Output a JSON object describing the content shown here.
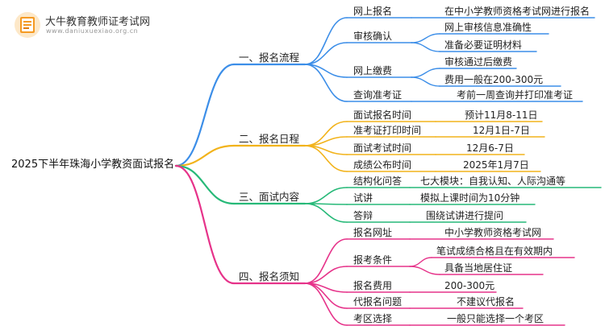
{
  "brand": {
    "name": "大牛教育教师证考试网",
    "url": "www.daniuxuexiao.org.cn",
    "logo_icon": "book-icon",
    "colors": {
      "logo_orange": "#f59a23",
      "logo_dark": "#e07b0c"
    }
  },
  "root": "2025下半年珠海小学教资面试报名",
  "sections": [
    {
      "title": "一、报名流程",
      "color": "#3c8ee8",
      "items": [
        {
          "label": "网上报名",
          "leaves": [
            "在中小学教师资格考试网进行报名"
          ]
        },
        {
          "label": "审核确认",
          "leaves": [
            "网上审核信息准确性",
            "准备必要证明材料"
          ]
        },
        {
          "label": "网上缴费",
          "leaves": [
            "审核通过后缴费",
            "费用一般在200-300元"
          ]
        },
        {
          "label": "查询准考证",
          "leaves": [
            "考前一周查询并打印准考证"
          ]
        }
      ]
    },
    {
      "title": "二、报名日程",
      "color": "#f2b31b",
      "items": [
        {
          "label": "面试报名时间",
          "leaves": [
            "预计11月8-11日"
          ]
        },
        {
          "label": "准考证打印时间",
          "leaves": [
            "12月1日-7日"
          ]
        },
        {
          "label": "面试考试时间",
          "leaves": [
            "12月6-7日"
          ]
        },
        {
          "label": "成绩公布时间",
          "leaves": [
            "2025年1月7日"
          ]
        }
      ]
    },
    {
      "title": "三、面试内容",
      "color": "#27b978",
      "items": [
        {
          "label": "结构化问答",
          "leaves": [
            "七大模块：自我认知、人际沟通等"
          ]
        },
        {
          "label": "试讲",
          "leaves": [
            "模拟上课时间为10分钟"
          ]
        },
        {
          "label": "答辩",
          "leaves": [
            "围绕试讲进行提问"
          ]
        }
      ]
    },
    {
      "title": "四、报名须知",
      "color": "#e6338a",
      "items": [
        {
          "label": "报名网址",
          "leaves": [
            "中小学教师资格考试网"
          ]
        },
        {
          "label": "报考条件",
          "leaves": [
            "笔试成绩合格且在有效期内",
            "具备当地居住证"
          ]
        },
        {
          "label": "报名费用",
          "leaves": [
            "200-300元"
          ]
        },
        {
          "label": "代报名问题",
          "leaves": [
            "不建议代报名"
          ]
        },
        {
          "label": "考区选择",
          "leaves": [
            "一般只能选择一个考区"
          ]
        }
      ]
    }
  ]
}
